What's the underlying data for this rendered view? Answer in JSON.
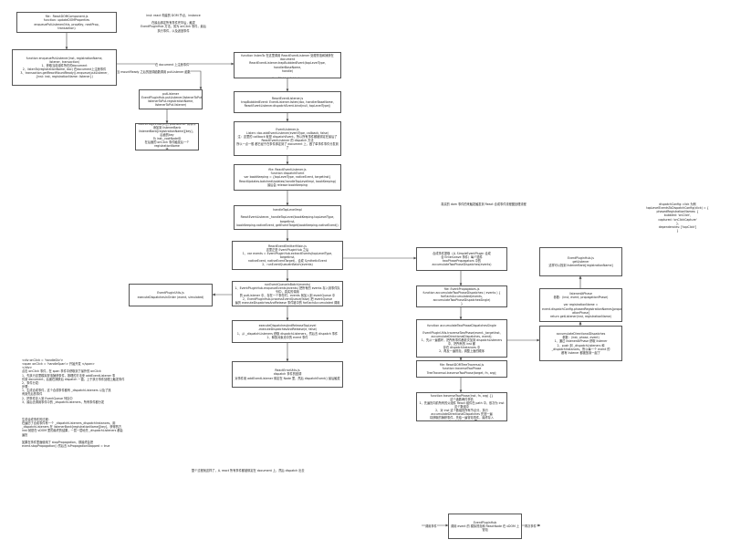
{
  "nodes": {
    "n1": "file：ReactDOMComponent.js\nfunction: updateDOMProperties\nenqueuePutListener(this, propKey, nextProp,\ntransaction)",
    "n2": "function enqueuePutListener(inst, registrationName,\nlistener, transaction)\n1、获取当前组件所在的document\n2、listenTo(registrationName, doc) 在document上注册事件\n3、transaction.getReactMountReady().enqueue(putListener,\n{inst: inst, registrationName: listener})",
    "n3": "putListener\nEventPluginHub.putListener(listenerToPut.inst,\nlistenerToPut.registrationName,\nlistenerToPut.listener)",
    "n4": "EventPluginHub.js 的 putListener 将事件添加到 listenerBank\nlistenerBank[registrationName][key]，后面的key\n为 inst._rootNodeID\n在后面的 onClick 事件触发后一个 registrationName\n找",
    "n5": "file：ReactBrowserEventEmitter.js\nfunction listenTo 在这里调用 ReactEventListener 处理冒泡和捕获在 document\nReactEventListener.trapBubbledEvent(topLevelType, handlerBaseName,\nhandle)\n\n'topClick', 'click', doc",
    "n6": "ReactEventListener.js\ntrapBubbledEvent: EventListener.listen(doc, handlerBaseName,\nReactEventListener.dispatchEvent.bind(null, topLevelType))",
    "n7": "EventListener.js\nListen: doc.addEventListener(eventType, callback, false)\n注：这里的 callback 就是 dispatchEvent，所以所有事件都被绑定在最后了\nReactEventListener 的 dispatch 方法\n所以一点一般 都已经于在事件绑定到了 document 上，做了单事件事件分发到了",
    "n8": "file: ReactEventListener.js\nfunction dispatchEvent\nvar bookKeeping = {topLevelType, nativeEvent, targetInst}\nReactUpdates.batchedUpdates(handleTopLevelImpl, bookKeeping)\n最后会 release bookKeeping",
    "n9": "handleTopLevelImpl\n\nReactEventListener._handleTopLevel(bookKeeping.topLevelType, targetInst,\nbookKeeping.nativeEvent, getEventTarget(bookKeeping.nativeEvent))",
    "n10": "ReactEventEmitterMixin.js\n这里正是 EventPluginHub 之后\n1、var events = EventPluginHub.extractEvents(topLevelType, targetInst,\nnativeEvent, nativeEventTarget)，合成 SyntheticEvent\n2、runEventQueueInBatch(events)",
    "n11": "runEventQueueInBatch(events)\n1、EventPluginHub.enqueueEvents(events) 把所有的 events 存入到事件队列中，真实的调用\n的 putListener 中，存在一个事件时，events 就加入到 eventQueue 中\n2、EventPluginHub.processEventQueue(false) 把 eventQueue\n遍历 executeDispatchesAndRelease 事件链中的 forEachAccumulated 调用",
    "n12": "EventPluginUtils.js\nexecuteDispatchesInOrder (event, simulated)",
    "n13": "executeDispatchesAndReleaseTopLevel\n-executeDispatchesAndRelease(e, false)\n1、从 _dispatchListeners 获取 dispatchListeners，然后去 dispatch 事件\n2、释放对象池中的 event 事件",
    "n14": "ReactErrorUtils.js\ndispatch 事件的回调\n对事件用 addEventListener 绑定在 Node 里，然后 dispatchEvent() 最后触发",
    "n15": "合成事件提取（从 SimpleEventPlugin 合成\n合 EnterLeave 事件）每个插件\ntwoPhasePropagators 中的 accumulateTwoPhaseDispatches(events)",
    "n16": "file: EventPropagators.js\nfunction accumulateTwoPhaseDispatches ( events ) {\nforEachAccumulated(events, accumulateTwoPhaseDispatchesSingle)\n}",
    "n17": "function accumulateTwoPhaseDispatchesSingle\n\nEventPluginUtils.traverseTwoPhase(event._targetInst,\naccumulateDirectionalDispatches, event);\n1、先从一遍循环，把所有事件都依次加到 dispatchListeners 中，把所有的 inst 都\n存在 dispatchInstances 中\n2、再反一遍冒泡，调整上面的顺序",
    "n18": "file: ReactDOMTreeTraversal.js\nfunction traverseTwoPhase\nTreeTraversal.traverseTwoPhase(target, fn, arg);",
    "n19": "file: ReactDOMTreeTraversal.js\nfunction traverseTwoPhase(inst, fn, arg) {}\n这个函数两件事情\n1、先遍历向前所有的父组件 React 组件在 path 中，依次为 inst 这个数组中\n2、对 inst 这个数组的所有节点分，执行 accumulateDirectionalDispatches 先回一遍\n将获取的捕获事件，先给一遍冒泡事件，最终存入 _dispatchListeners 里",
    "n20": "EventPluginHub.js\ngetListener\n这样可以找到 listenerBank[registrationName]",
    "n21": "listenerAtPhase\n参数：(inst, event, propagationPhase)\n\nvar registrationName =\nevent.dispatchConfig.phasedRegistrationNames[propag\nationPhase]\nreturn getListener(inst, registrationName)",
    "n22": "accumulateDirectionalDispatches\n参数：(inst, phase, event)\n1、通过 listenerAtPhase 获取 listener\n2、push 到 _dispatchListeners 和 _dispatchInstances，所以每一个 event 的\n都有 listener 都被放到一起了",
    "n23": "EventPluginHub\n调用 event 的 模拟冒泡和 ReactNode 在 vDOM 上冒泡"
  },
  "notes": {
    "top_comment": "inst: react 构建的 DOM 节点，instance\n\n在最后绑定所有事件完毕后，触发\nEventPluginHub 方法，暂为 onClick 事件，最后\n执行事件，以及返回事件",
    "config": "dispatchConfig: click 为例\ntopLevelEventsToDispatchConfig(click) = {\nphasedRegistrationNames: {\nbubbled: 'onClick',\ncaptured: 'onClickCapture'\n},\ndependencies: ['topClick']\n}",
    "mid_title": "真实的 dom 事件的来触发触发到 React 合成事件流程图处理流程",
    "left_code": "<div onClick = 'handleDiv'>\n  <span onClick = 'handleSpan'> 开始开发 </span>\n</div>\n点击 onClick 事件，在 span 事件中获取到了最外的 onClick\n1、先执行这里模拟冒泡捕获事件，按理的方法来 addEventListener 事\n件到 document，后面在捕获后 dispatch 一直，上于执行事件处理上触发事件\n2、事件分发：\n  步骤：\n  1、生成合成事件，这个合成事件都有 _dispatchListeners 以及了找\n有到先后的事件\n  2、把事件存入到 EventQueue 列队中\n  3、最后去调用事件中的 _dispatchListeners，所有事件都分发",
    "left_code2": "生成合成事件的过程：\n在遍历了合成事件有一个 _dispatchListeners_dispatchInstances，用\n_dispatchListeners 在 listenerBank[registrationName][key]，获得的方\ninst 就是在 vDOM 里的最终的结果，一层一层地先 _dispatchListeners 都会\n遍历\n\n如果在事件里面使用了 stopPropagation，那最终会把\nevent.stopPropagation() 然后去 isPropagationStopped = true",
    "bottom_caption": "整个过程就这样了，从 react 所有事件都被绑定在 document 上，然后 dispatch 出去"
  },
  "edge_labels": {
    "e_doc": "在 document 上注册事件",
    "e_ready": "当 mountReady 之后的回调函数调用 putListener 函数",
    "e_in": "调用事件",
    "e_out": "再次事件"
  }
}
